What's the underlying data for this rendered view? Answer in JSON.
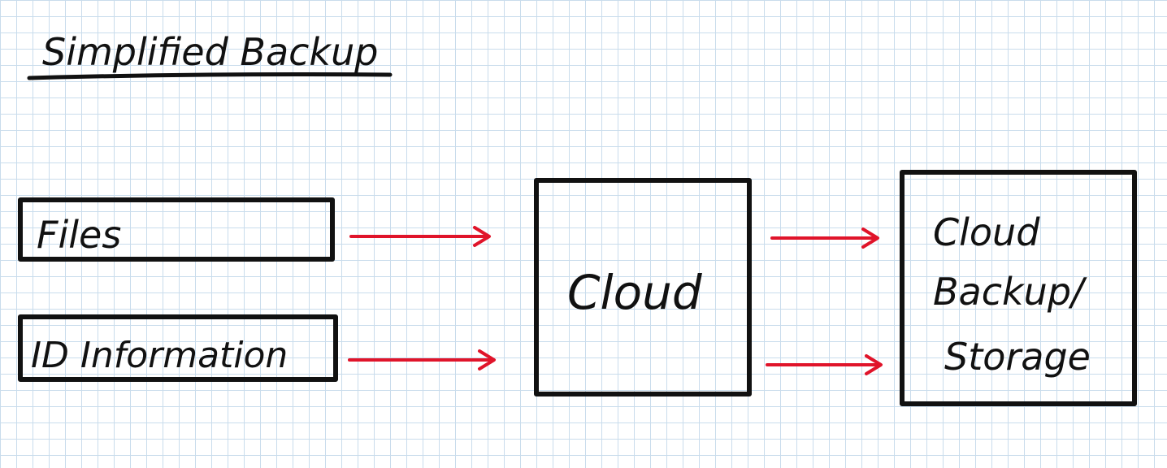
{
  "title": "Simplified Backup",
  "nodes": {
    "files": "Files",
    "id_information": "ID Information",
    "cloud": "Cloud",
    "cloud_backup": [
      "Cloud",
      "Backup/",
      "Storage"
    ]
  },
  "colors": {
    "ink": "#111111",
    "arrow": "#e0142a",
    "grid": "#c9dcec"
  }
}
